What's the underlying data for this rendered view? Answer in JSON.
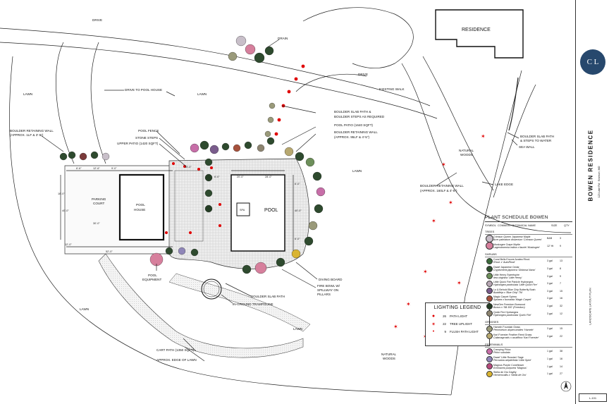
{
  "labels": {
    "drive_top": "DRIVE",
    "drive_mid": "DRIVE",
    "residence": "RESIDENCE",
    "drain": "DRAIN",
    "lawn1": "LAWN",
    "lawn2": "LAWN",
    "lawn3": "LAWN",
    "lawn4": "LAWN",
    "lawn5": "LAWN",
    "drive_to_pool_house": "DRIVE TO POOL HOUSE",
    "existing_walk": "EXISTING WALK",
    "boulder_slab_path": "BOULDER SLAB PATH &",
    "boulder_steps": "BOULDER STEPS AS REQUIRED",
    "pool_patio": "POOL PATIO (1640 SQFT)",
    "boulder_wall_1": "BOULDER RETAINING WALL",
    "boulder_wall_1b": "(APPROX. 95LF & 4'-5\")",
    "boulder_wall_left": "BOULDER RETAINING WALL",
    "boulder_wall_left_b": "(APPROX. 1LF & 3'-5\")",
    "pool_fence": "POOL FENCE",
    "stone_steps": "STONE STEPS",
    "upper_patio": "UPPER PATIO (1420 SQFT)",
    "pool_house_1": "POOL",
    "pool_house_2": "HOUSE",
    "parking_1": "PARKING",
    "parking_2": "COURT",
    "pool": "POOL",
    "spa": "SPA",
    "pool_equipment_1": "POOL",
    "pool_equipment_2": "EQUIPMENT",
    "diving_board": "DIVING BOARD",
    "fire_bowl_1": "FIRE BOWL W/",
    "fire_bowl_2": "SPILLWAY ON",
    "fire_bowl_3": "PILLARS",
    "boulder_slab_path_2": "BOULDER SLAB PATH",
    "trampoline": "IN-GROUND TRAMPOLINE",
    "cart_path": "CART PATH (1350 SQFT)",
    "edge_of_lawn": "APPROX. EDGE OF LAWN",
    "natural_woods_1a": "NATURAL",
    "natural_woods_1b": "WOODS",
    "natural_woods_2a": "NATURAL",
    "natural_woods_2b": "WOODS",
    "boulder_wall_right": "BOULDER RETAINING WALL",
    "boulder_wall_right_b": "(APPROX. 160LF & 4'-5\")",
    "lake_edge": "LAKE EDGE",
    "boulder_path_water_1": "BOULDER SLAB PATH",
    "boulder_path_water_2": "& STEPS TO WATER",
    "sea_wall": "SEA WALL"
  },
  "dims": [
    "6'-6\"",
    "12'-6\"",
    "9'-0\"",
    "16'-0\"",
    "40'-0\"",
    "30'-0\"",
    "12'-0\"",
    "52'-0\"",
    "6'-0\"",
    "20'-0\"",
    "28'-0\"",
    "40'-0\"",
    "6'-0\"",
    "6'-0\"",
    "15'-0\""
  ],
  "lighting": {
    "title": "LIGHTING LEGEND",
    "rows": [
      {
        "count": "26",
        "label": "PATH LIGHT",
        "symbol": "●"
      },
      {
        "count": "22",
        "label": "TREE UPLIGHT",
        "symbol": "✶"
      },
      {
        "count": "9",
        "label": "FLUSH PATH LIGHT",
        "symbol": "•"
      }
    ]
  },
  "schedule": {
    "title": "PLANT SCHEDULE BOWEN",
    "columns": [
      "SYMBOL",
      "COMMON / BOTANICAL NAME",
      "SIZE",
      "QTY"
    ],
    "groups": [
      {
        "name": "TREES",
        "items": [
          {
            "name": "Crimson Queen Japanese Maple",
            "bot": "Acer palmatum dissectum 'Crimson Queen'",
            "size": "B&B",
            "qty": "3",
            "color": "#c8bfc9"
          },
          {
            "name": "Muskogee Crape Myrtle",
            "bot": "Lagerstroemia indica x fauriei 'Muskogee'",
            "size": "12' Ht",
            "qty": "9",
            "color": "#d67f9c"
          }
        ]
      },
      {
        "name": "SHRUBS",
        "items": [
          {
            "name": "Coral Bells Encore Azalea Rhod.",
            "bot": "Rhod. x 'AutoRhod'",
            "size": "3 gal",
            "qty": "13",
            "color": "#3b6b3b"
          },
          {
            "name": "Dwarf Japanese Cedar",
            "bot": "Cryptomeria japonica 'Globosa Nana'",
            "size": "3 gal",
            "qty": "8",
            "color": "#2f4f2f"
          },
          {
            "name": "Little Henry Sweetspire",
            "bot": "Itea virginica 'Little Henry'",
            "size": "3 gal",
            "qty": "9",
            "color": "#6d8f5a"
          },
          {
            "name": "Little Quick Fire Panicle Hydrangea",
            "bot": "Hydrangea paniculata 'Little Quick Fire'",
            "size": "3 gal",
            "qty": "7",
            "color": "#b8a7b4"
          },
          {
            "name": "Lo & Behold Blue Chip Butterfly Bush",
            "bot": "Buddleja x 'Blue Chip' TM",
            "size": "3 gal",
            "qty": "15",
            "color": "#7a5c8c"
          },
          {
            "name": "Magic Carpet Spirea",
            "bot": "Spiraea x bumalda 'Magic Carpet'",
            "size": "3 gal",
            "qty": "16",
            "color": "#a6513c"
          },
          {
            "name": "NewGen Freedom Boxwood",
            "bot": "Buxus x 'SB 300' (Freedom)",
            "size": "3 gal",
            "qty": "32",
            "color": "#243d24"
          },
          {
            "name": "Quick Fire Hydrangea",
            "bot": "Hydrangea paniculata 'Quick Fire'",
            "size": "3 gal",
            "qty": "12",
            "color": "#8d8470"
          }
        ]
      },
      {
        "name": "GRASSES",
        "items": [
          {
            "name": "Hameln Fountain Grass",
            "bot": "Pennisetum alopecuroides 'Hameln'",
            "size": "3 gal",
            "qty": "15",
            "color": "#9a9a7a"
          },
          {
            "name": "Karl Foerster Feather Reed Grass",
            "bot": "Calamagrostis x acutiflora 'Karl Foerster'",
            "size": "3 gal",
            "qty": "22",
            "color": "#b7a870"
          }
        ]
      },
      {
        "name": "PERENNIALS",
        "items": [
          {
            "name": "Creeping Phlox",
            "bot": "Phlox subulata",
            "size": "1 gal",
            "qty": "38",
            "color": "#c76ea8"
          },
          {
            "name": "Dwarf 'Little Russian' Sage",
            "bot": "Perovskia atriplicifolia 'Little Spire'",
            "size": "1 gal",
            "qty": "16",
            "color": "#8f86b8"
          },
          {
            "name": "Magnus Purple Coneflower",
            "bot": "Echinacea purpurea 'Magnus'",
            "size": "1 gal",
            "qty": "14",
            "color": "#b64a7c"
          },
          {
            "name": "Stella de Oro Daylily",
            "bot": "Hemerocallis x 'Stella de Oro'",
            "size": "1 gal",
            "qty": "27",
            "color": "#d9b431"
          }
        ]
      }
    ]
  },
  "titleblock": {
    "logo_text": "C L",
    "project": "BOWEN RESIDENCE",
    "address": "123 Lake Rd · Branson, MO",
    "sheet_title": "LANDSCAPE LAYOUT PLAN",
    "sheet_no": "L-101"
  },
  "colors": {
    "light": "#e00000",
    "hedge": "#2e4a2e",
    "patio": "#d8d8d8"
  }
}
